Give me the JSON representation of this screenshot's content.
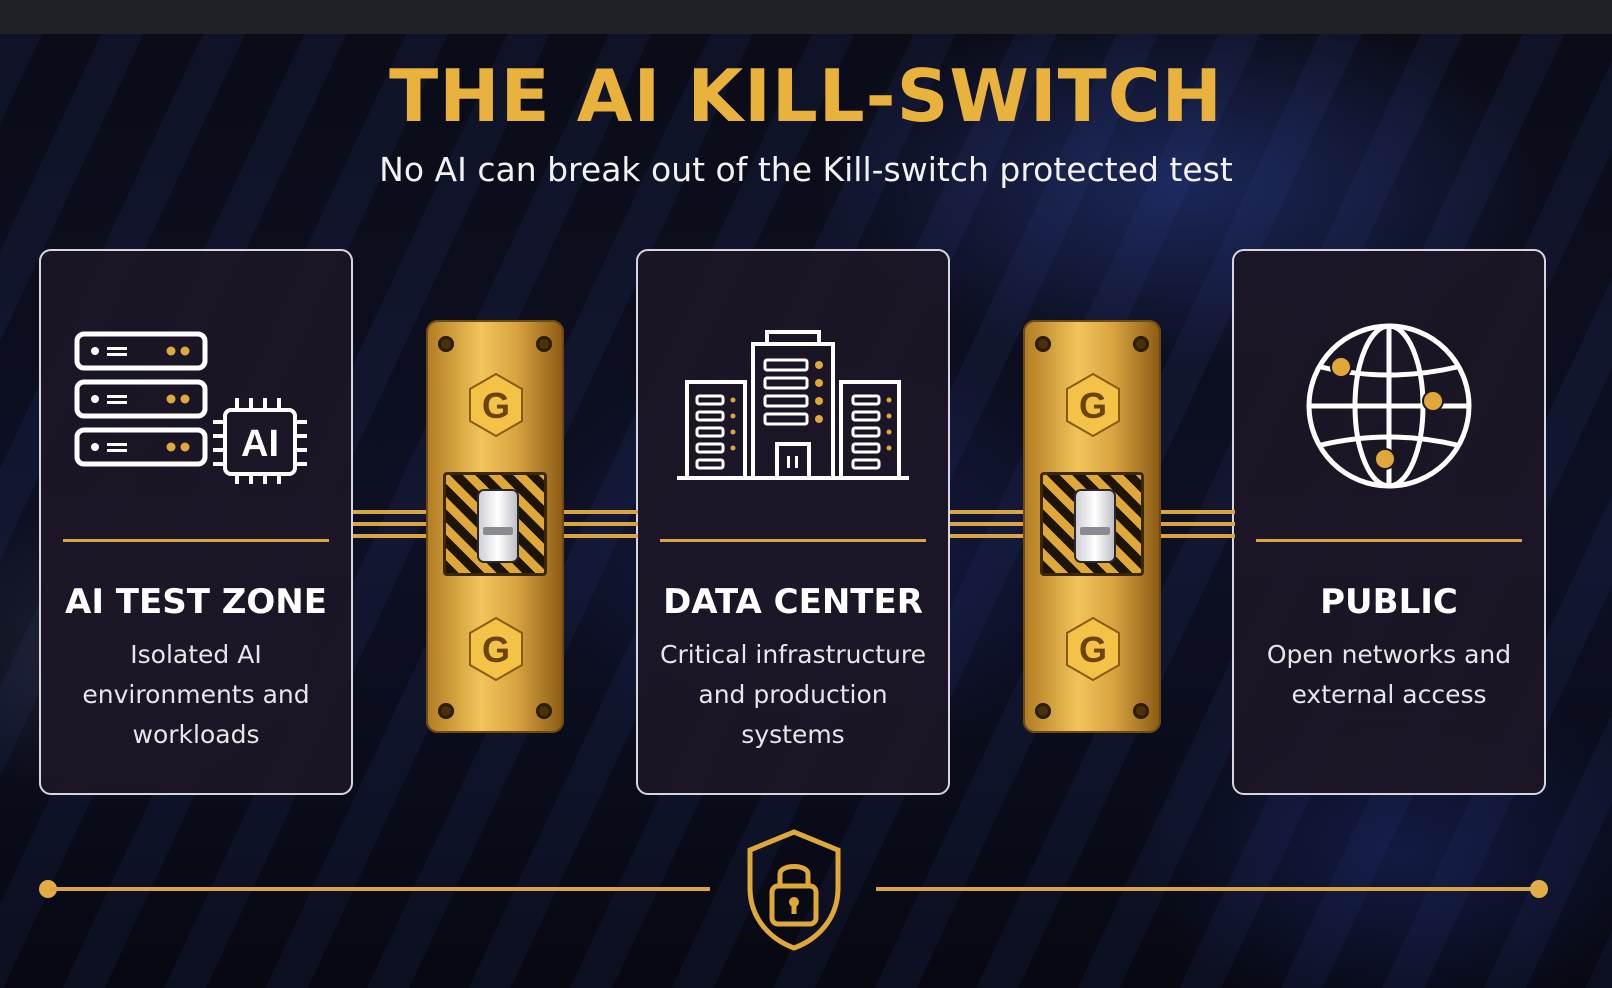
{
  "header": {
    "title": "THE AI KILL-SWITCH",
    "subtitle": "No AI can break out of the Kill-switch protected test"
  },
  "cards": [
    {
      "title": "AI TEST ZONE",
      "description": "Isolated AI environments and workloads",
      "icon": "server-ai-chip-icon",
      "chip_label": "AI"
    },
    {
      "title": "DATA CENTER",
      "description": "Critical infrastructure and production systems",
      "icon": "building-icon"
    },
    {
      "title": "PUBLIC",
      "description": "Open networks and external access",
      "icon": "globe-icon"
    }
  ],
  "switches": [
    {
      "logo": "G",
      "icon": "kill-switch-icon"
    },
    {
      "logo": "G",
      "icon": "kill-switch-icon"
    }
  ],
  "footer": {
    "icon": "shield-lock-icon"
  },
  "colors": {
    "accent": "#e8b23c",
    "gold": "#d9a441",
    "card_border": "#d6d7de",
    "background": "#0b0c18",
    "topbar": "#1f2126"
  }
}
